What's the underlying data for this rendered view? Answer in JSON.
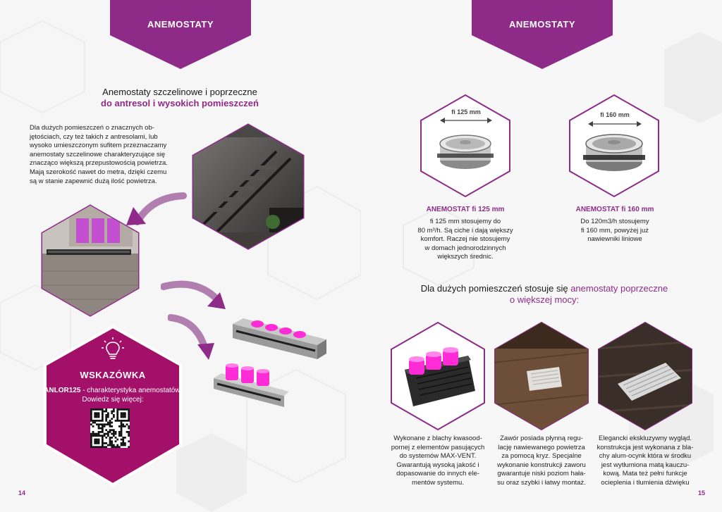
{
  "colors": {
    "purple": "#8e2b88",
    "magenta": "#a3106a",
    "product_pink": "#ff2bd6"
  },
  "left_page": {
    "banner": "ANEMOSTATY",
    "heading_line1": "Anemostaty szczelinowe i poprzeczne",
    "heading_line2": "do antresol i wysokich pomieszczeń",
    "body_lines": [
      "Dla dużych pomieszczeń o znacznych ob-",
      "jętościach, czy też takich z antresolami, lub",
      "wysoko umieszczonym sufitem przeznaczamy",
      "anemostaty szczelinowe charakteryzujące się",
      "znacząco większą przepustowością powietrza.",
      "Mają szerokość nawet do metra, dzięki czemu",
      "są w stanie zapewnić dużą ilość powietrza."
    ],
    "tip": {
      "icon": "lightbulb-icon",
      "title": "WSKAZÓWKA",
      "text_bold": "ANLOR125",
      "text_rest": " - charakterystyka anemostatów. Dowiedz się więcej:"
    },
    "page_number": "14"
  },
  "right_page": {
    "banner": "ANEMOSTATY",
    "products": [
      {
        "dim_label": "fi 125 mm",
        "title": "ANEMOSTAT fi 125 mm",
        "lines": [
          "fi 125 mm stosujemy do",
          "80 m³/h. Są ciche i dają większy",
          "komfort. Raczej nie stosujemy",
          "w domach jednorodzinnych",
          "większych średnic."
        ]
      },
      {
        "dim_label": "fi 160 mm",
        "title": "ANEMOSTAT fi 160 mm",
        "lines": [
          "Do 120m3/h stosujemy",
          "fi 160 mm, powyżej już",
          "nawiewniki liniowe"
        ]
      }
    ],
    "heading_line1_plain": "Dla dużych pomieszczeń stosuje się ",
    "heading_line1_accent": "anemostaty poprzeczne",
    "heading_line2_accent": "o większej mocy:",
    "columns": [
      {
        "lines": [
          "Wykonane z blachy kwasood-",
          "pornej z elementów pasujących",
          "do systemów MAX-VENT.",
          "Gwarantują wysoką jakość i",
          "dopasowanie do innych ele-",
          "mentów systemu."
        ]
      },
      {
        "lines": [
          "Zawór posiada płynną regu-",
          "lację nawiewanego powietrza",
          "za pomocą kryz. Specjalne",
          "wykonanie konstrukcji zaworu",
          "gwarantuje niski poziom hała-",
          "su oraz szybki i łatwy montaż."
        ]
      },
      {
        "lines": [
          "Elegancki ekskluzywny wygląd.",
          "konstrukcja jest wykonana z bla-",
          "chy alum-ocynk która w środku",
          "jest wytłumiona matą kauczu-",
          "kową. Mata też pełni funkcje",
          "ocieplenia i tłumienia dźwięku"
        ]
      }
    ],
    "page_number": "15"
  }
}
